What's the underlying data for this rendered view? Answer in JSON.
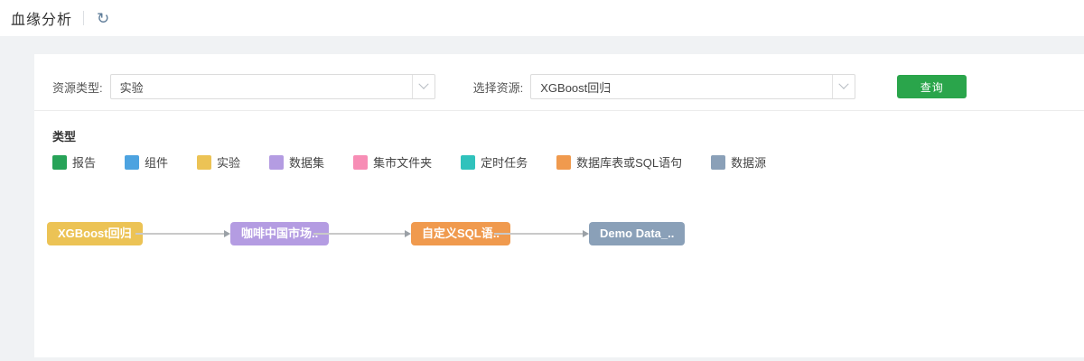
{
  "header": {
    "title": "血缘分析"
  },
  "icons": {
    "refresh": "↻"
  },
  "filters": {
    "resource_type": {
      "label": "资源类型:",
      "value": "实验"
    },
    "resource": {
      "label": "选择资源:",
      "value": "XGBoost回归"
    },
    "query_button": "查询"
  },
  "legend": {
    "title": "类型",
    "items": [
      {
        "label": "报告",
        "color": "#27a358"
      },
      {
        "label": "组件",
        "color": "#4da3e0"
      },
      {
        "label": "实验",
        "color": "#ecc355"
      },
      {
        "label": "数据集",
        "color": "#b49ce2"
      },
      {
        "label": "集市文件夹",
        "color": "#f78db5"
      },
      {
        "label": "定时任务",
        "color": "#30c2bc"
      },
      {
        "label": "数据库表或SQL语句",
        "color": "#f09a4e"
      },
      {
        "label": "数据源",
        "color": "#8aa0b8"
      }
    ]
  },
  "flow": {
    "nodes": [
      {
        "label": "XGBoost回归",
        "color": "#ecc355"
      },
      {
        "label": "咖啡中国市场..",
        "color": "#b49ce2"
      },
      {
        "label": "自定义SQL语..",
        "color": "#f09a4e"
      },
      {
        "label": "Demo Data_..",
        "color": "#8aa0b8"
      }
    ]
  }
}
